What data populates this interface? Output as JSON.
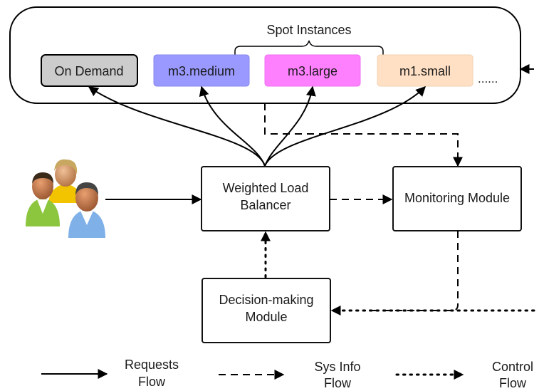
{
  "spot_instances_label": "Spot Instances",
  "instances": {
    "on_demand": "On Demand",
    "m3_medium": "m3.medium",
    "m3_large": "m3.large",
    "m1_small": "m1.small",
    "more": "......"
  },
  "modules": {
    "load_balancer": [
      "Weighted Load",
      "Balancer"
    ],
    "monitoring": "Monitoring Module",
    "decision": [
      "Decision-making",
      "Module"
    ]
  },
  "legend": {
    "requests": [
      "Requests",
      "Flow"
    ],
    "sysinfo": [
      "Sys Info",
      "Flow"
    ],
    "control": [
      "Control",
      "Flow"
    ]
  },
  "colors": {
    "on_demand": "#cccccc",
    "m3_medium": "#9999ff",
    "m3_large": "#ff80ff",
    "m1_small": "#ffe0c4"
  },
  "icons": [
    "users-group-icon"
  ]
}
